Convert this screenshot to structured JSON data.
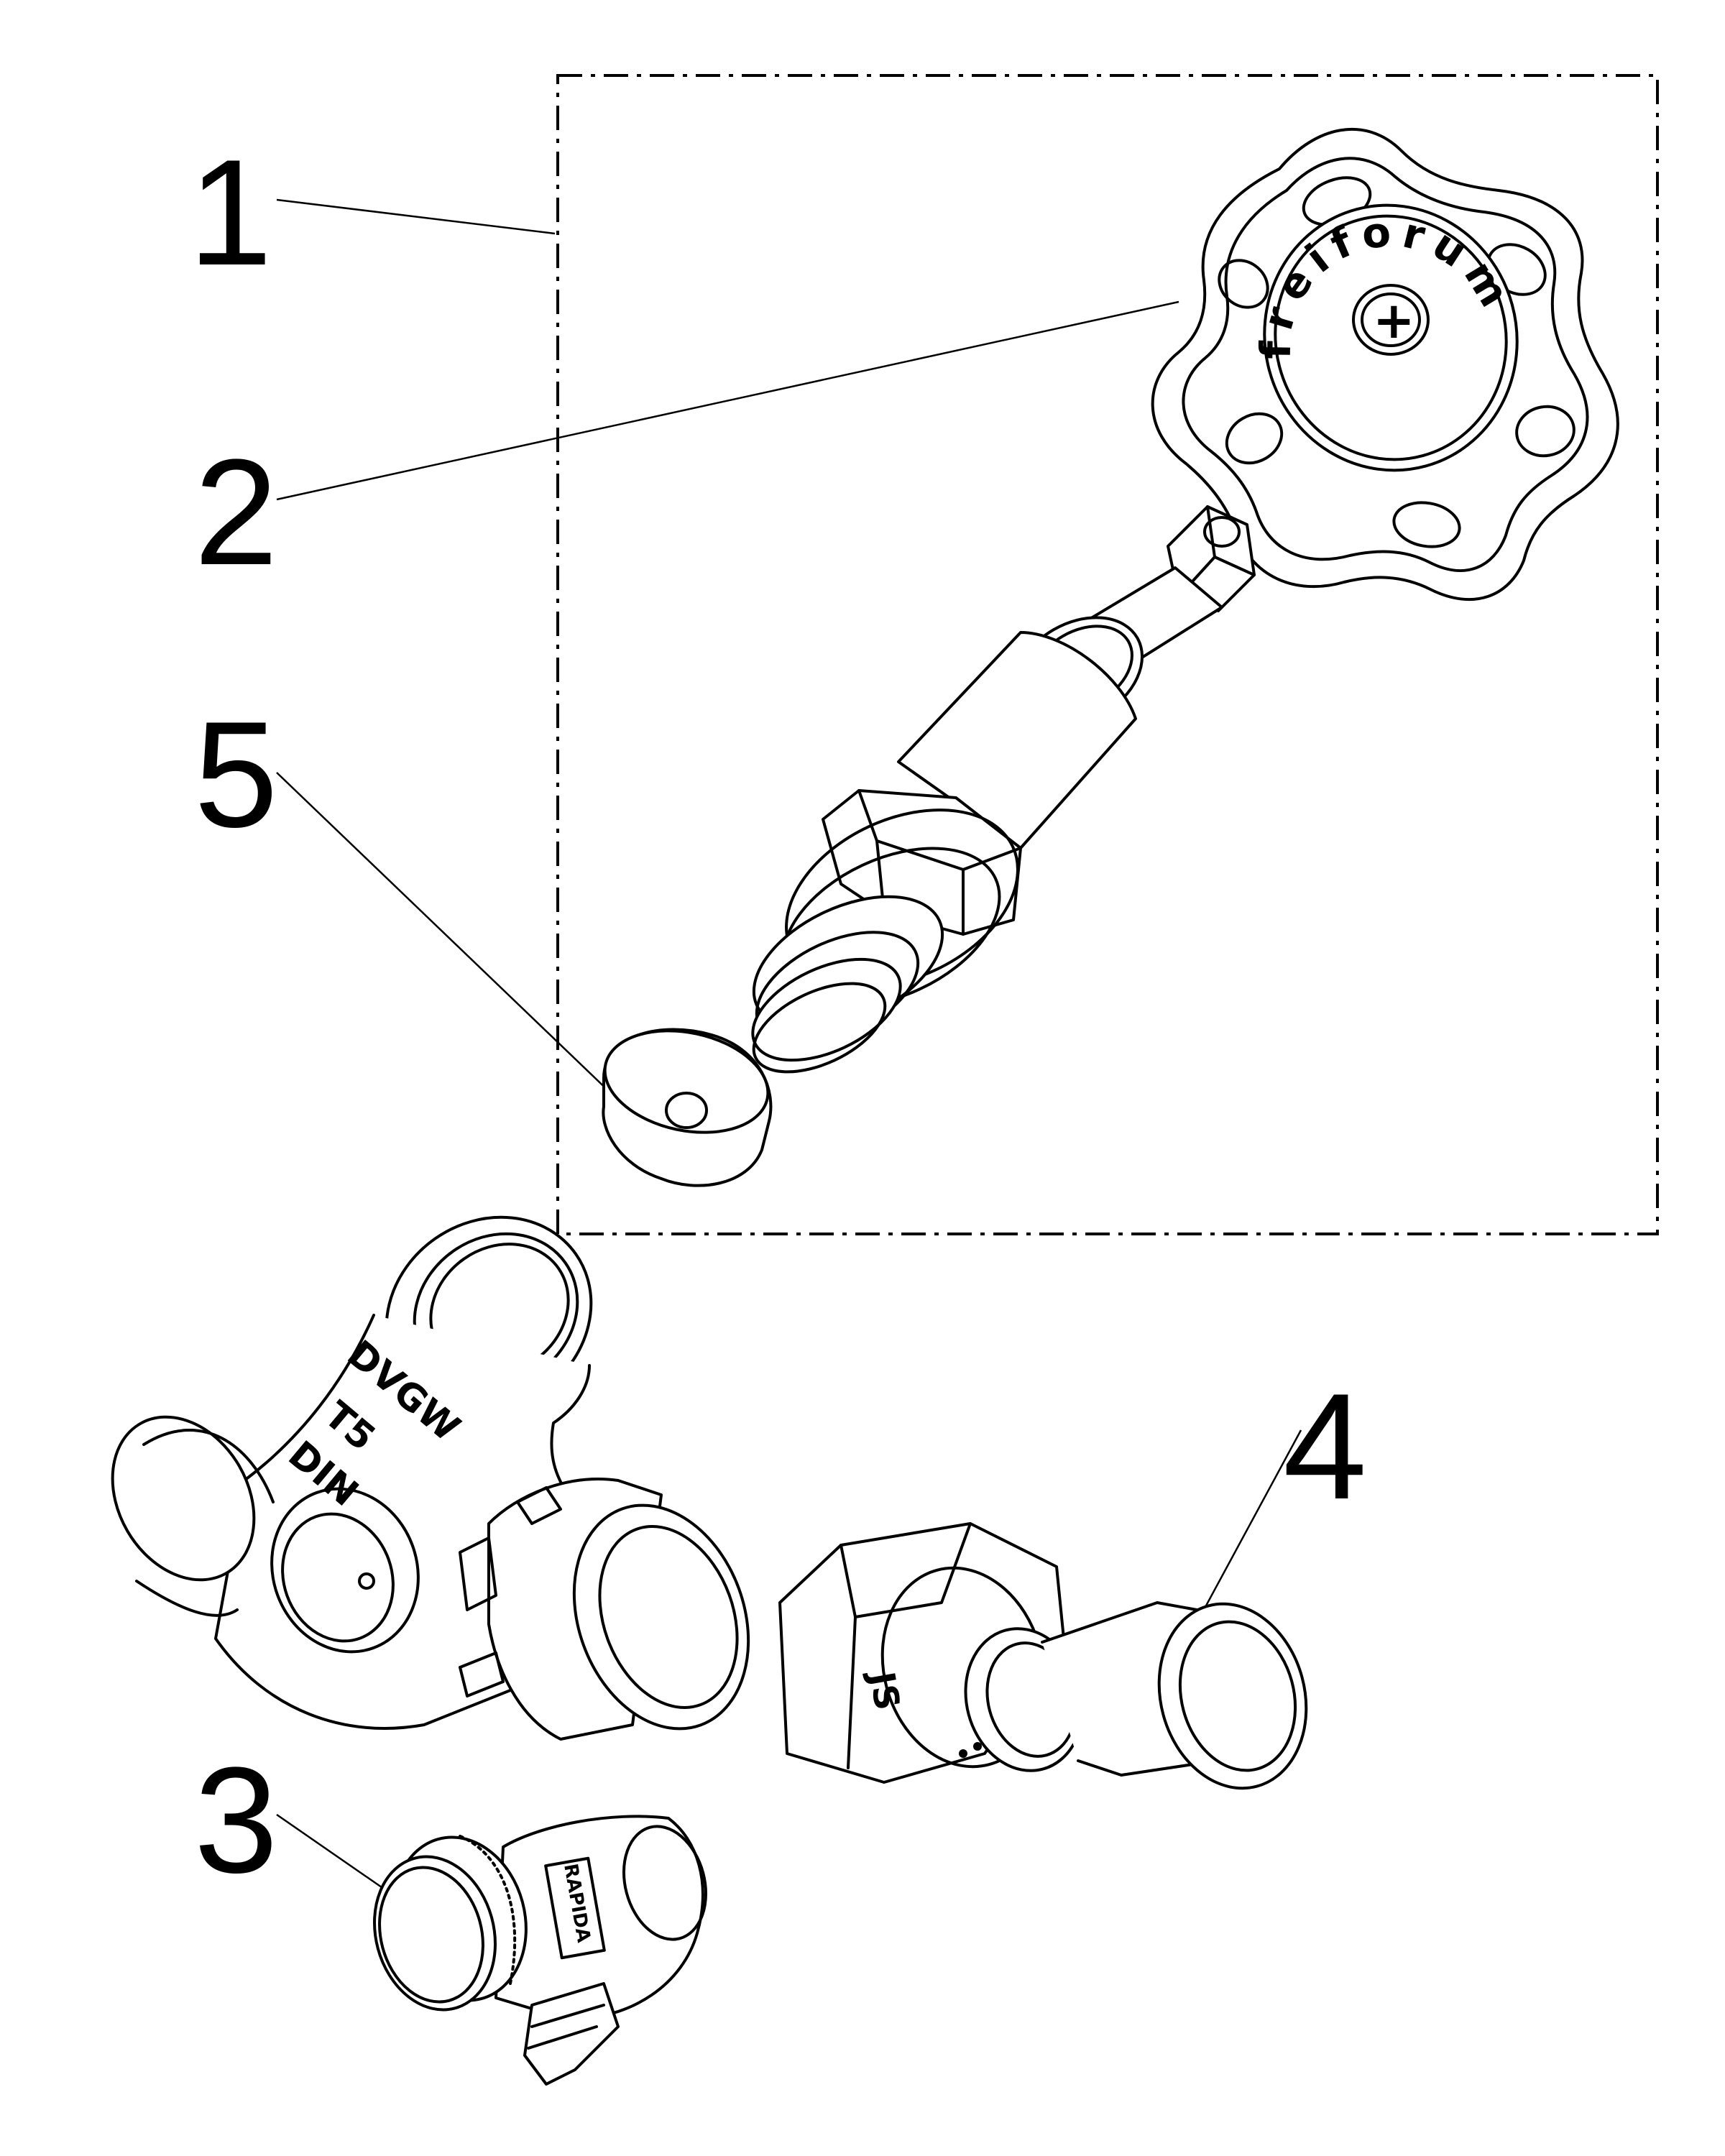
{
  "callouts": [
    {
      "id": "1",
      "text": "1"
    },
    {
      "id": "2",
      "text": "2"
    },
    {
      "id": "3",
      "text": "3"
    },
    {
      "id": "4",
      "text": "4"
    },
    {
      "id": "5",
      "text": "5"
    }
  ],
  "knob_text": {
    "inner": "freiforum",
    "plus": "+"
  },
  "body_markings": {
    "line1": "DVGW",
    "line2": "T5",
    "line3": "DIN"
  },
  "nut_marking": "JS",
  "drain_marking": "RAPIDA"
}
